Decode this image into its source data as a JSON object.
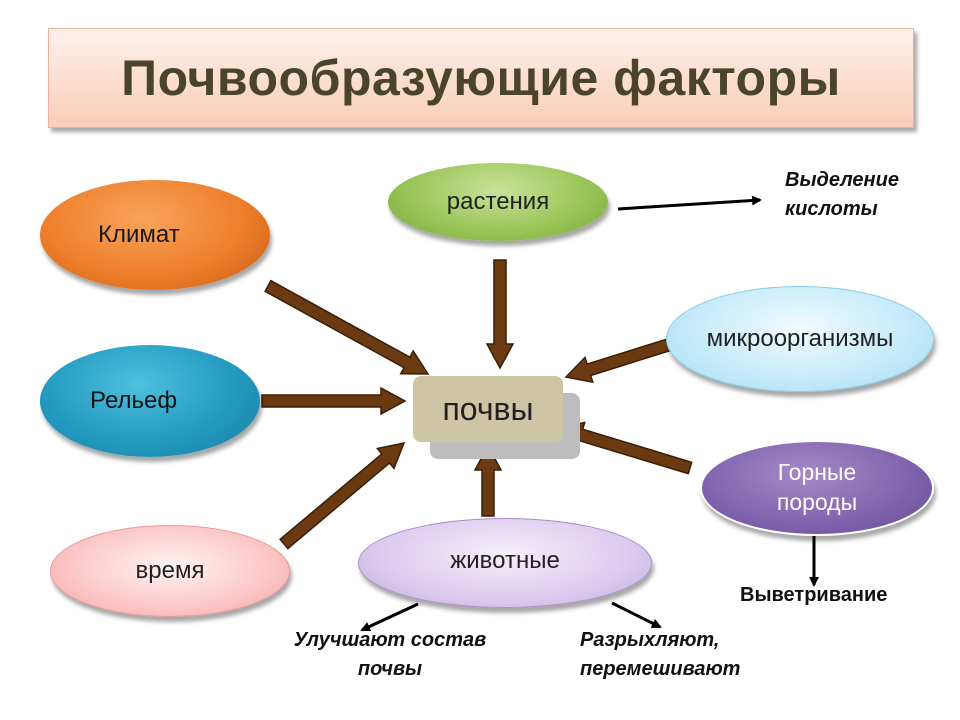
{
  "title": "Почвообразующие факторы",
  "center": "почвы",
  "factors": {
    "klimat": "Климат",
    "relef": "Рельеф",
    "vremya": "время",
    "rasteniya": "растения",
    "mikroorganizmy": "микроорганизмы",
    "gornye_line1": "Горные",
    "gornye_line2": "породы",
    "zhivotnye": "животные"
  },
  "notes": {
    "vydelenie_line1": "Выделение",
    "vydelenie_line2": "кислоты",
    "uluchshayut_line1": "Улучшают состав",
    "uluchshayut_line2": "почвы",
    "razryhlyayut_line1": "Разрыхляют,",
    "razryhlyayut_line2": "перемешивают",
    "vyvetrivanie": "Выветривание"
  },
  "colors": {
    "arrow_fill": "#6b3a10",
    "arrow_stroke": "#3a1f07"
  }
}
